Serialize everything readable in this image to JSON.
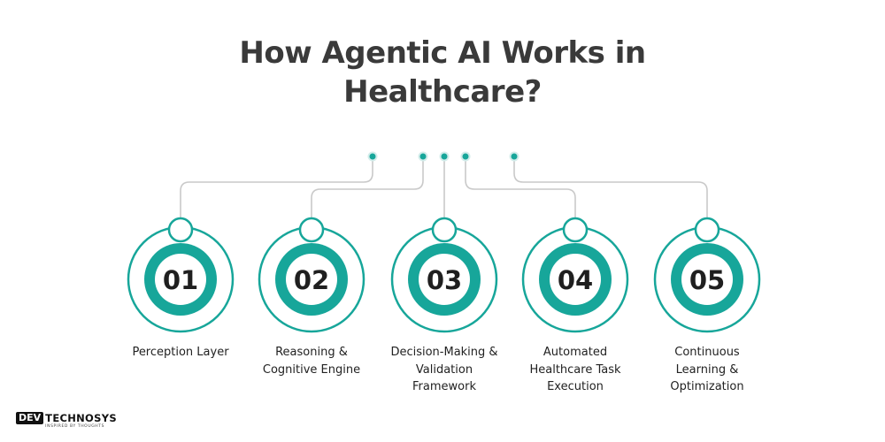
{
  "title": {
    "line1": "How Agentic AI Works in",
    "line2": "Healthcare?"
  },
  "steps": [
    {
      "number": "01",
      "label": "Perception Layer"
    },
    {
      "number": "02",
      "label": "Reasoning & Cognitive Engine"
    },
    {
      "number": "03",
      "label": "Decision-Making & Validation Framework"
    },
    {
      "number": "04",
      "label": "Automated Healthcare Task Execution"
    },
    {
      "number": "05",
      "label": "Continuous Learning & Optimization"
    }
  ],
  "colors": {
    "accent": "#17a69a",
    "connector": "#c9c9c9",
    "title": "#3a3a3a"
  },
  "logo": {
    "box": "DEV",
    "brand": "TECHNOSYS",
    "tagline": "INSPIRED BY THOUGHTS"
  }
}
